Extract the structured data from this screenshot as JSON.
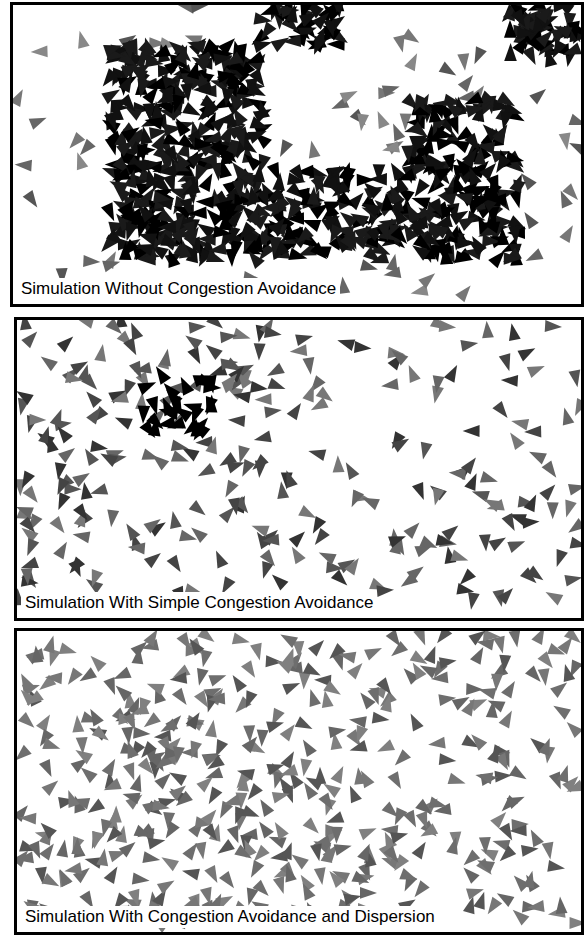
{
  "diagram": {
    "nodes": [
      {
        "text": [
          "Simulation Without Congestion Avoidance"
        ]
      },
      {
        "text": [
          "Simulation With Simple Congestion Avoidance"
        ]
      },
      {
        "text": [
          "Simulation With Congestion Avoidance and Dispersion"
        ]
      }
    ]
  }
}
